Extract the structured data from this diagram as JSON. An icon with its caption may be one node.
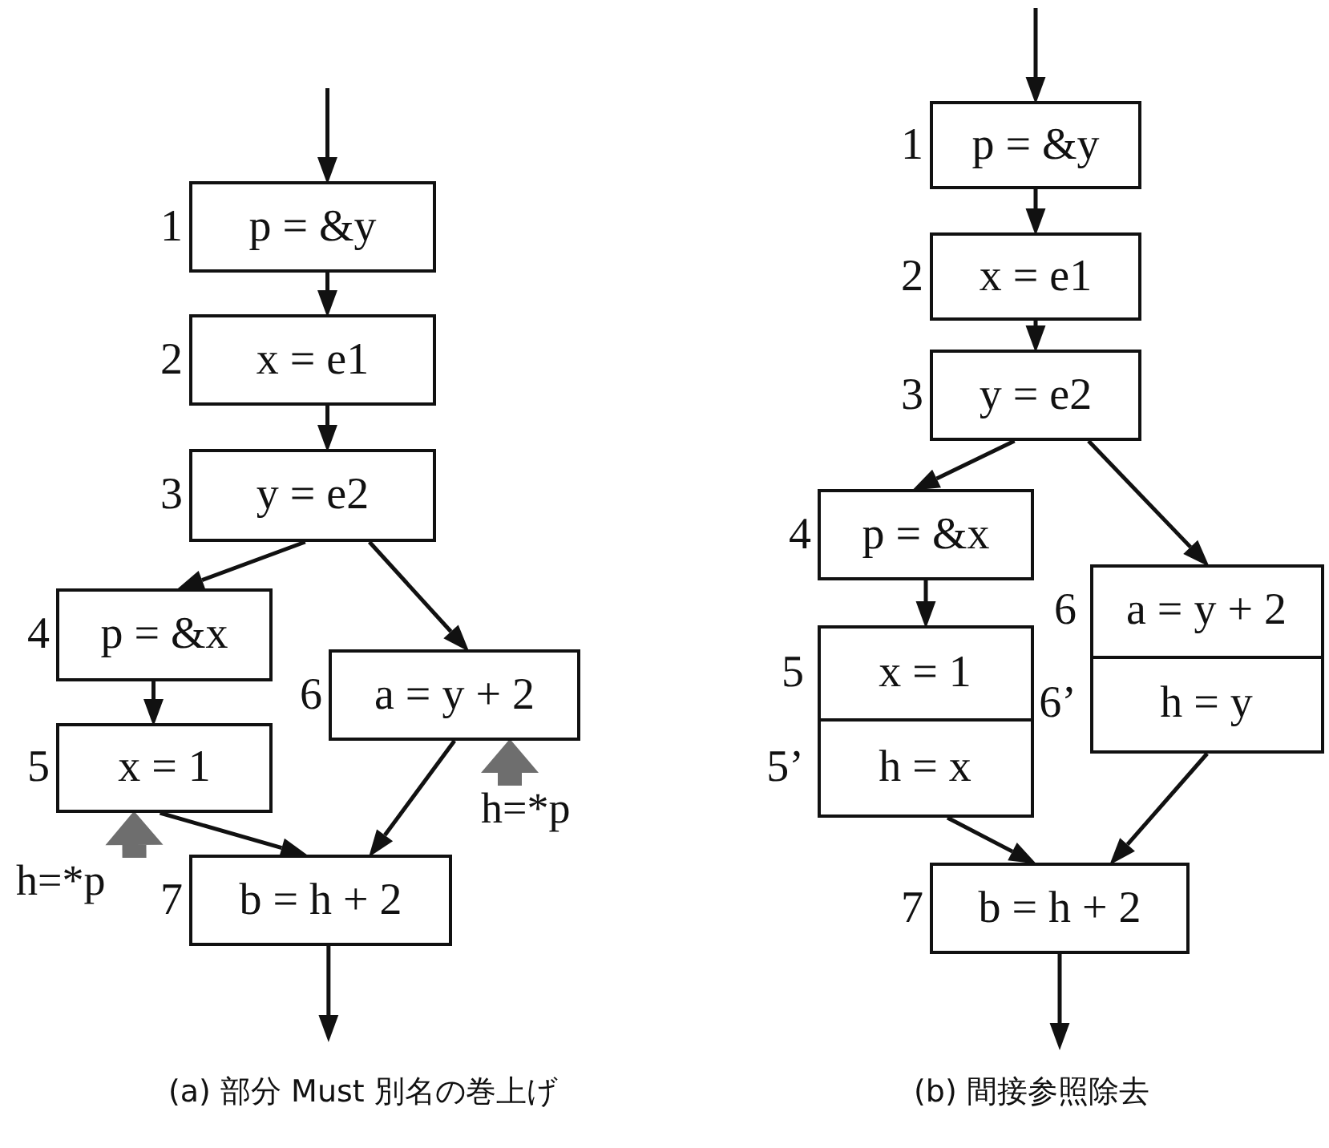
{
  "diagram": {
    "nodes": [
      {
        "text": [
          "p = &y"
        ],
        "beside": [
          "1"
        ]
      },
      {
        "text": [
          "x = e1"
        ],
        "beside": [
          "2"
        ]
      },
      {
        "text": [
          "y = e2"
        ],
        "beside": [
          "3"
        ]
      },
      {
        "text": [
          "p = &x"
        ],
        "beside": [
          "4"
        ]
      },
      {
        "text": [
          "x = 1"
        ],
        "beside": [
          "5"
        ]
      },
      {
        "text": [
          "a = y + 2"
        ],
        "beside": [
          "6"
        ]
      },
      {
        "text": [
          "h=*p"
        ]
      },
      {
        "text": [
          "h=*p"
        ]
      },
      {
        "text": [
          "b = h + 2"
        ],
        "beside": [
          "7"
        ]
      },
      {
        "text": [
          "p = &y"
        ],
        "beside": [
          "1"
        ]
      },
      {
        "text": [
          "x = e1"
        ],
        "beside": [
          "2"
        ]
      },
      {
        "text": [
          "y = e2"
        ],
        "beside": [
          "3"
        ]
      },
      {
        "text": [
          "p = &x"
        ],
        "beside": [
          "4"
        ]
      },
      {
        "text": [],
        "shape": "box"
      },
      {
        "text": [
          "x = 1"
        ],
        "beside": [
          "5"
        ],
        "in": 13
      },
      {
        "text": [
          "h = x"
        ],
        "beside": [
          "5’"
        ],
        "in": 13
      },
      {
        "text": [],
        "shape": "box"
      },
      {
        "text": [
          "a = y + 2"
        ],
        "beside": [
          "6"
        ],
        "in": 16
      },
      {
        "text": [
          "h = y"
        ],
        "beside": [
          "6’"
        ],
        "in": 16
      },
      {
        "text": [
          "b = h + 2"
        ],
        "beside": [
          "7"
        ]
      }
    ],
    "edges": [
      {
        "from": null,
        "to": 0,
        "arrow": "to"
      },
      {
        "from": 0,
        "to": 1,
        "arrow": "to"
      },
      {
        "from": 1,
        "to": 2,
        "arrow": "to"
      },
      {
        "from": 2,
        "to": 3,
        "arrow": "to"
      },
      {
        "from": 2,
        "to": 5,
        "arrow": "to"
      },
      {
        "from": 3,
        "to": 4,
        "arrow": "to"
      },
      {
        "from": 4,
        "to": 8,
        "arrow": "to"
      },
      {
        "from": 5,
        "to": 8,
        "arrow": "to"
      },
      {
        "from": 8,
        "to": null,
        "arrow": "to"
      },
      {
        "from": 7,
        "to": 4,
        "arrow": "to",
        "style": "thick",
        "color": "#6e6e6e"
      },
      {
        "from": 6,
        "to": 5,
        "arrow": "to",
        "style": "thick",
        "color": "#6e6e6e"
      },
      {
        "from": null,
        "to": 9,
        "arrow": "to"
      },
      {
        "from": 9,
        "to": 10,
        "arrow": "to"
      },
      {
        "from": 10,
        "to": 11,
        "arrow": "to"
      },
      {
        "from": 11,
        "to": 12,
        "arrow": "to"
      },
      {
        "from": 11,
        "to": 16,
        "arrow": "to"
      },
      {
        "from": 12,
        "to": 13,
        "arrow": "to"
      },
      {
        "from": 13,
        "to": 19,
        "arrow": "to"
      },
      {
        "from": 16,
        "to": 19,
        "arrow": "to"
      },
      {
        "from": 19,
        "to": null,
        "arrow": "to"
      }
    ],
    "labels": [
      "(a) 部分 Must 別名の巻上げ",
      "(b) 間接参照除去"
    ]
  }
}
